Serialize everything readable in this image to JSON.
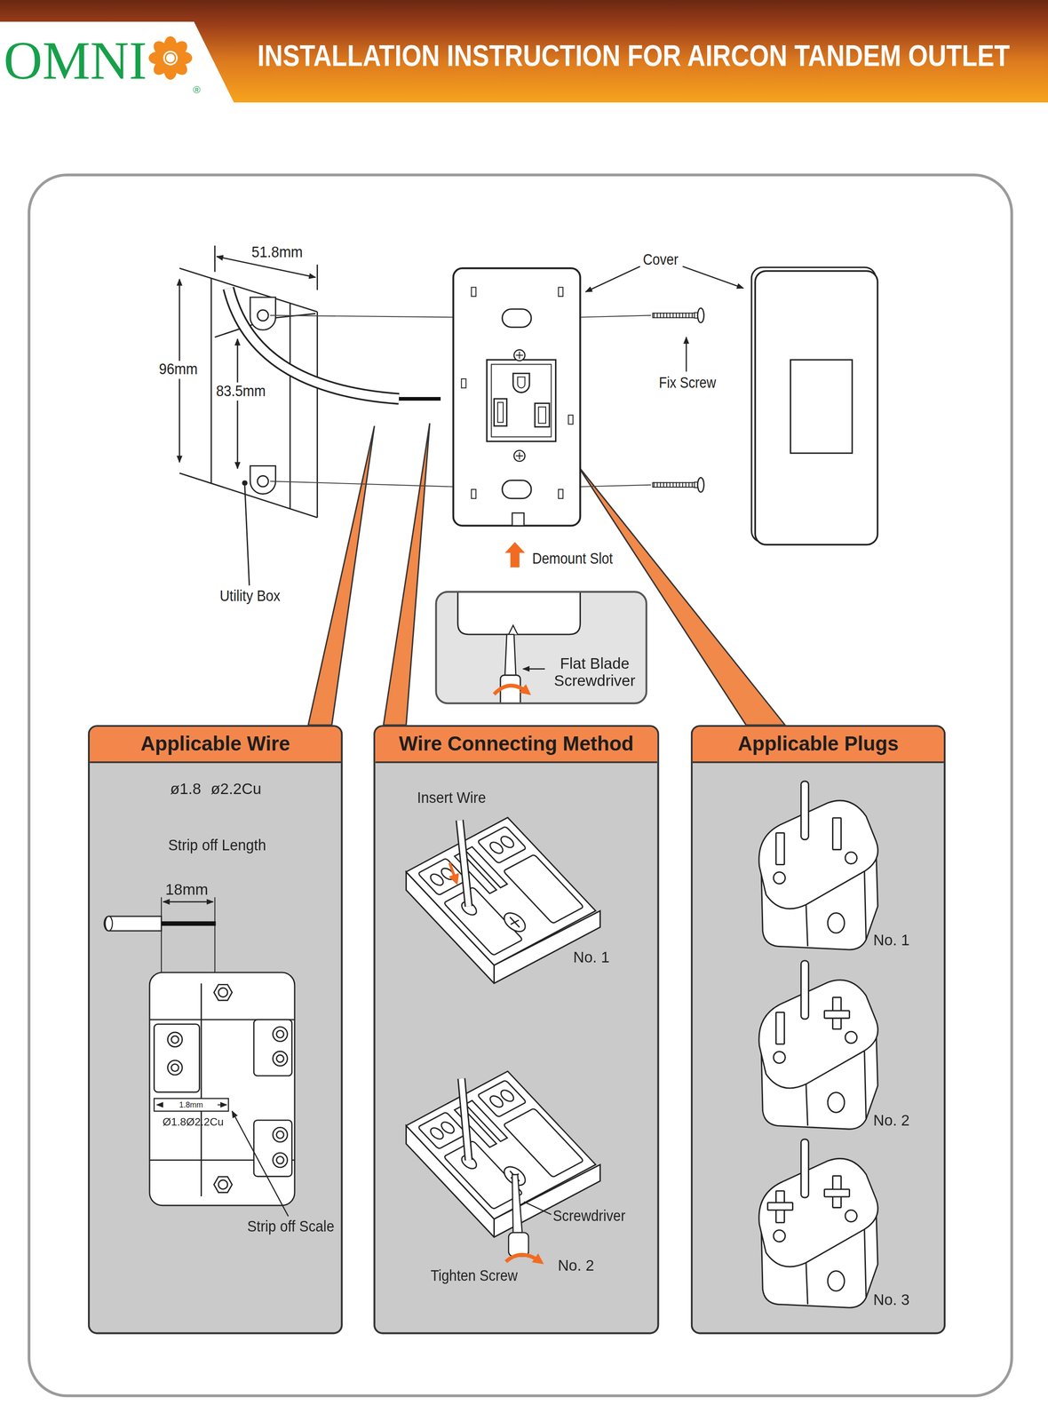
{
  "diagram": {
    "title": "INSTALLATION INSTRUCTION FOR AIRCON TANDEM OUTLET",
    "nodes": [
      {
        "text": [
          "Flat Blade Screwdriver"
        ]
      },
      {
        "text": [
          "Applicable Wire"
        ]
      },
      {
        "text": [
          "Wire Connecting Method"
        ]
      },
      {
        "text": [
          "Applicable Plugs"
        ]
      }
    ],
    "labels": [
      "OMNI",
      "®",
      "51.8mm",
      "96mm",
      "83.5mm",
      "Utility Box",
      "Cover",
      "Fix Screw",
      "Demount Slot",
      "ø1.8 ø2.2Cu",
      "Strip off Length",
      "18mm",
      "1.8mm",
      "Ø1.8Ø2.2Cu",
      "Strip off Scale",
      "Insert Wire",
      "No. 1",
      "Screwdriver",
      "Tighten Screw",
      "No. 2",
      "No. 1",
      "No. 2",
      "No. 3"
    ]
  }
}
